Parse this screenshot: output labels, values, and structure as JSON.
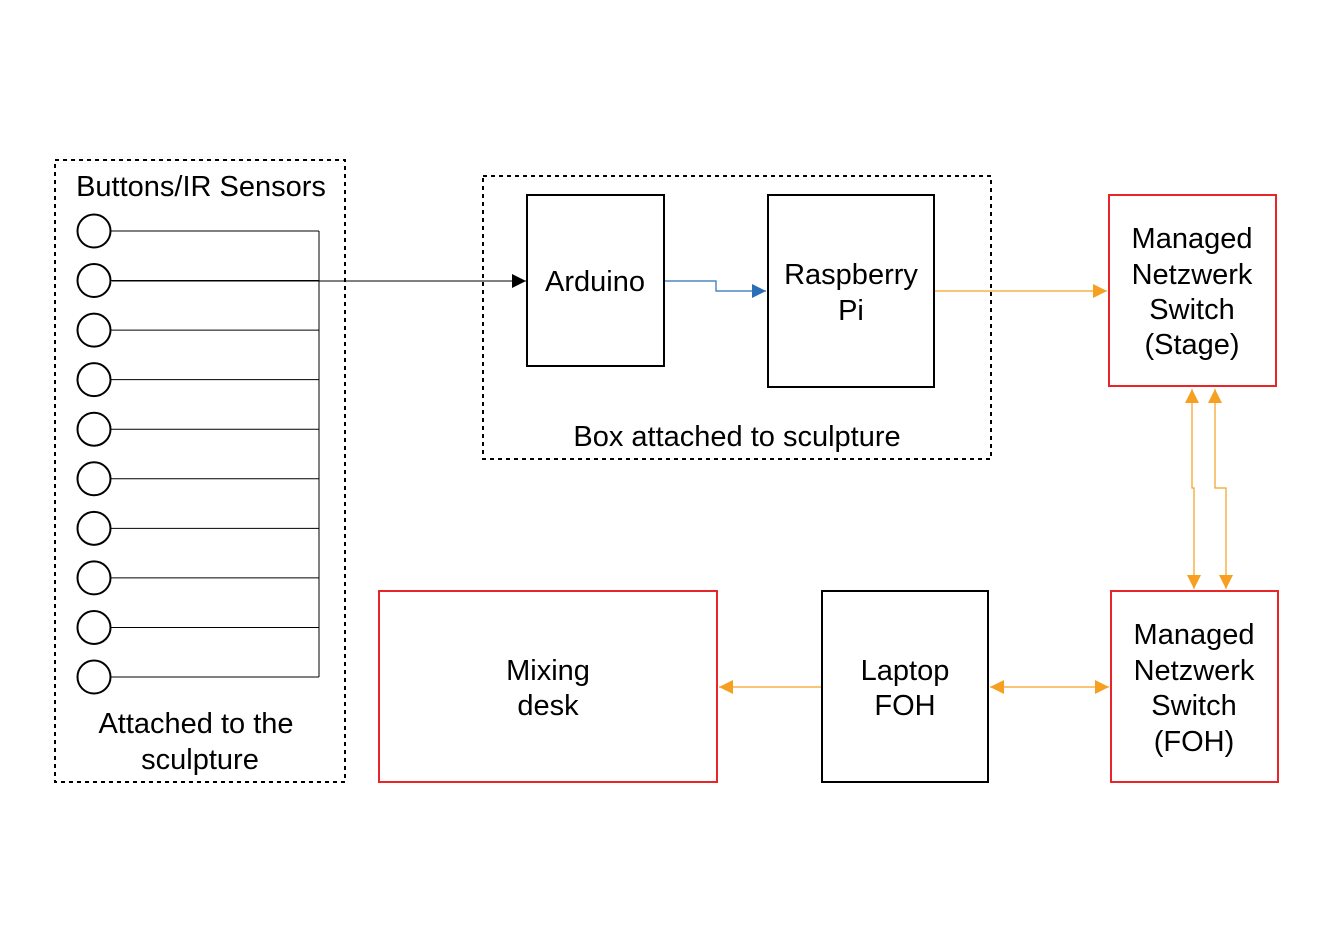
{
  "colors": {
    "stroke_black": "#000000",
    "stroke_red": "#e8262a",
    "wire_blue": "#2a6eb8",
    "wire_orange": "#f5a020"
  },
  "sensor_group": {
    "title": "Buttons/IR Sensors",
    "caption_line1": "Attached to the",
    "caption_line2": "sculpture",
    "sensor_count": 10
  },
  "box_group": {
    "caption": "Box attached to sculpture"
  },
  "nodes": {
    "arduino": {
      "line1": "Arduino"
    },
    "raspberry_pi": {
      "line1": "Raspberry",
      "line2": "Pi"
    },
    "switch_stage": {
      "line1": "Managed",
      "line2": "Netzwerk",
      "line3": "Switch",
      "line4": "(Stage)"
    },
    "switch_foh": {
      "line1": "Managed",
      "line2": "Netzwerk",
      "line3": "Switch",
      "line4": "(FOH)"
    },
    "laptop_foh": {
      "line1": "Laptop",
      "line2": "FOH"
    },
    "mixing_desk": {
      "line1": "Mixing",
      "line2": "desk"
    }
  }
}
